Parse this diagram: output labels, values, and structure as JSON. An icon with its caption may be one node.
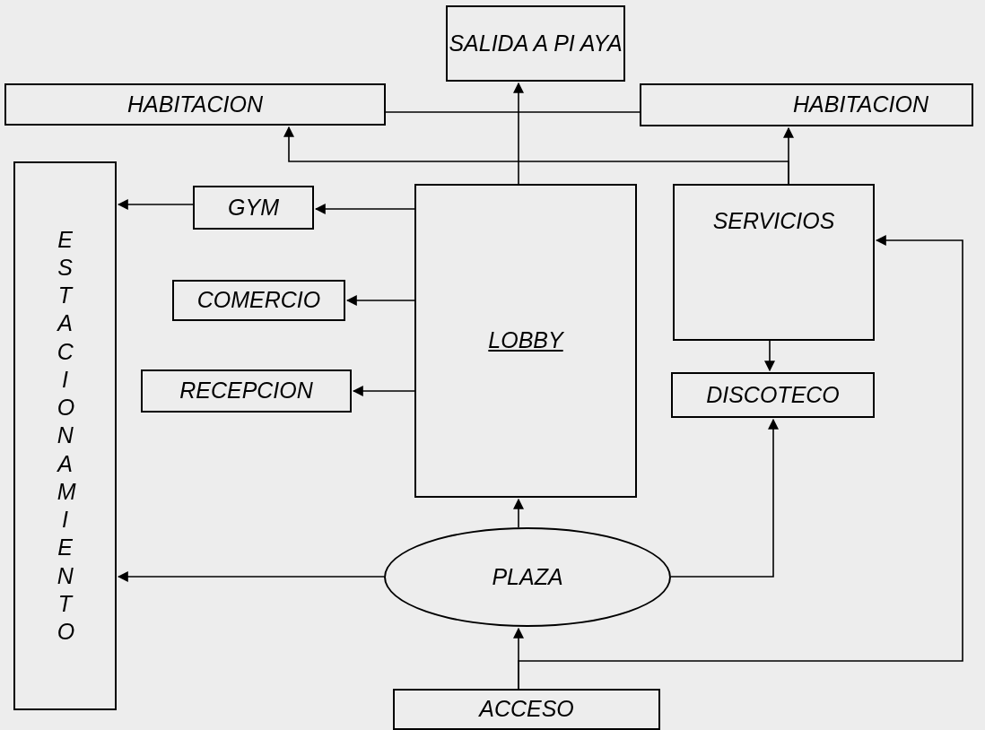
{
  "diagram": {
    "nodes": [
      {
        "text": [
          "SALIDA A PI AYA"
        ]
      },
      {
        "text": [
          "HABITACION"
        ]
      },
      {
        "text": [
          "HABITACION"
        ]
      },
      {
        "text": [
          "ESTACIONAMIENTO"
        ]
      },
      {
        "text": [
          "GYM"
        ]
      },
      {
        "text": [
          "COMERCIO"
        ]
      },
      {
        "text": [
          "RECEPCION"
        ]
      },
      {
        "text": [
          "LOBBY"
        ]
      },
      {
        "text": [
          "SERVICIOS"
        ]
      },
      {
        "text": [
          "DISCOTECO"
        ]
      },
      {
        "text": [
          "PLAZA"
        ]
      },
      {
        "text": [
          "ACCESO"
        ]
      }
    ],
    "edges": [
      {
        "from": 1,
        "to": 2,
        "arrow": "none"
      },
      {
        "from": 7,
        "to": 0,
        "arrow": "to"
      },
      {
        "from": 8,
        "to": 1,
        "arrow": "to"
      },
      {
        "from": 8,
        "to": 2,
        "arrow": "to"
      },
      {
        "from": 7,
        "to": 4,
        "arrow": "to"
      },
      {
        "from": 4,
        "to": 3,
        "arrow": "to"
      },
      {
        "from": 7,
        "to": 5,
        "arrow": "to"
      },
      {
        "from": 7,
        "to": 6,
        "arrow": "to"
      },
      {
        "from": 8,
        "to": 9,
        "arrow": "to"
      },
      {
        "from": 10,
        "to": 7,
        "arrow": "to"
      },
      {
        "from": 10,
        "to": 3,
        "arrow": "to"
      },
      {
        "from": 10,
        "to": 9,
        "arrow": "to"
      },
      {
        "from": 11,
        "to": 10,
        "arrow": "to"
      },
      {
        "from": 11,
        "to": 8,
        "arrow": "to"
      }
    ]
  }
}
